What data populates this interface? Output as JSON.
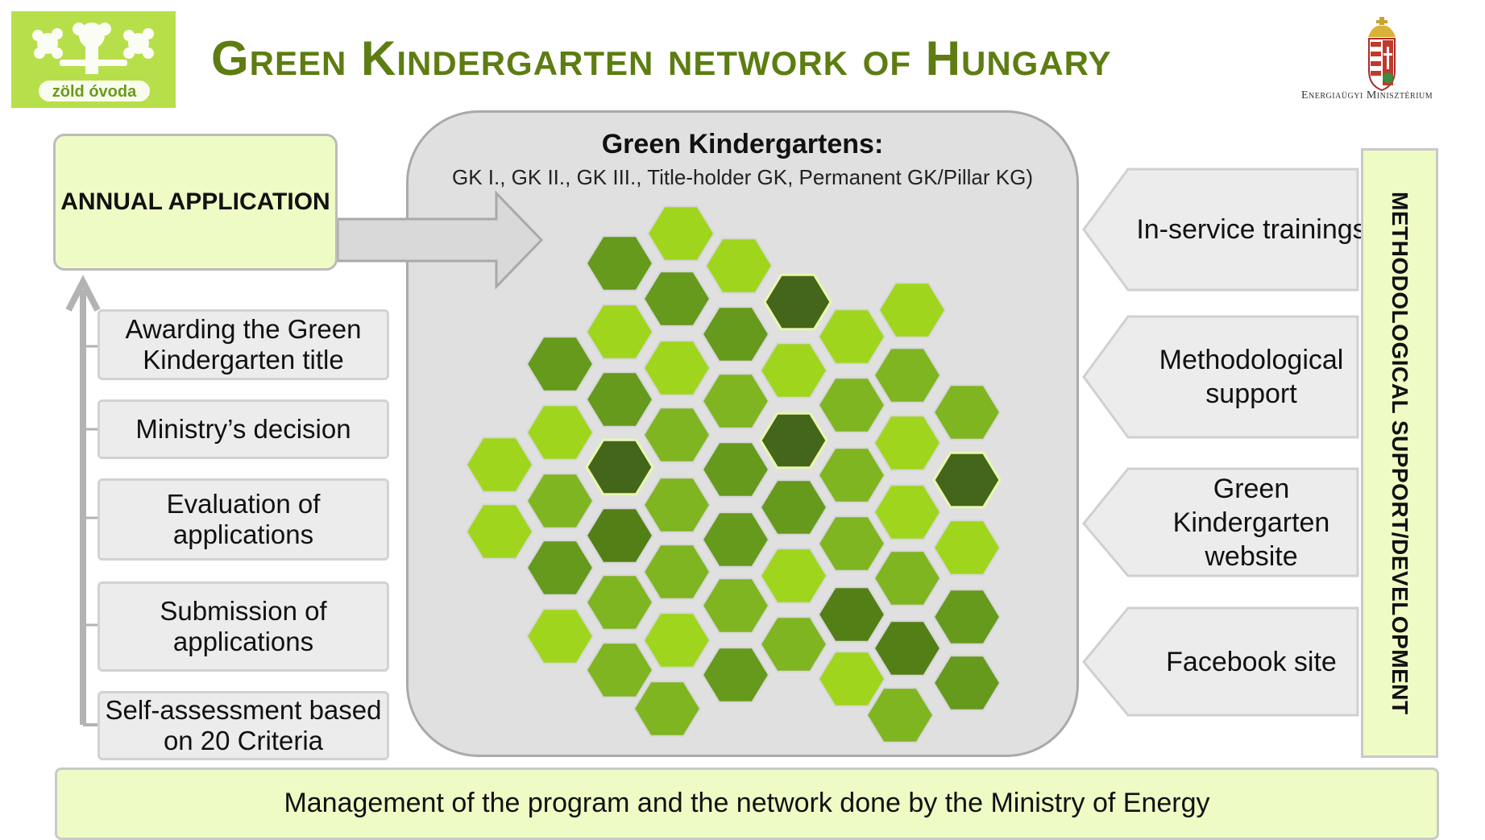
{
  "header": {
    "title": "Green Kindergarten network of Hungary",
    "left_logo_text": "zöld óvoda",
    "ministry": "Energiaügyi Minisztérium"
  },
  "annual_application": "ANNUAL APPLICATION",
  "steps": [
    "Awarding the Green Kindergarten title",
    "Ministry’s decision",
    "Evaluation of applications",
    "Submission of applications",
    "Self-assessment based on 20 Criteria"
  ],
  "center": {
    "title": "Green Kindergartens:",
    "subtitle": "GK I., GK II., GK III., Title-holder GK, Permanent GK/Pillar KG)"
  },
  "right_items": [
    "In-service trainings",
    "Methodological support",
    "Green Kindergarten website",
    "Facebook site"
  ],
  "vertical_label": "METHODOLOGICAL SUPPORT/DEVELOPMENT",
  "bottom_bar": "Management of the program and the network done by the Ministry of Energy",
  "colors": {
    "title_green": "#5d7d12",
    "light_panel": "#eefbc5",
    "hex_palette": [
      "#9fd61d",
      "#7fb521",
      "#659a1d",
      "#537f17",
      "#44661a"
    ]
  }
}
